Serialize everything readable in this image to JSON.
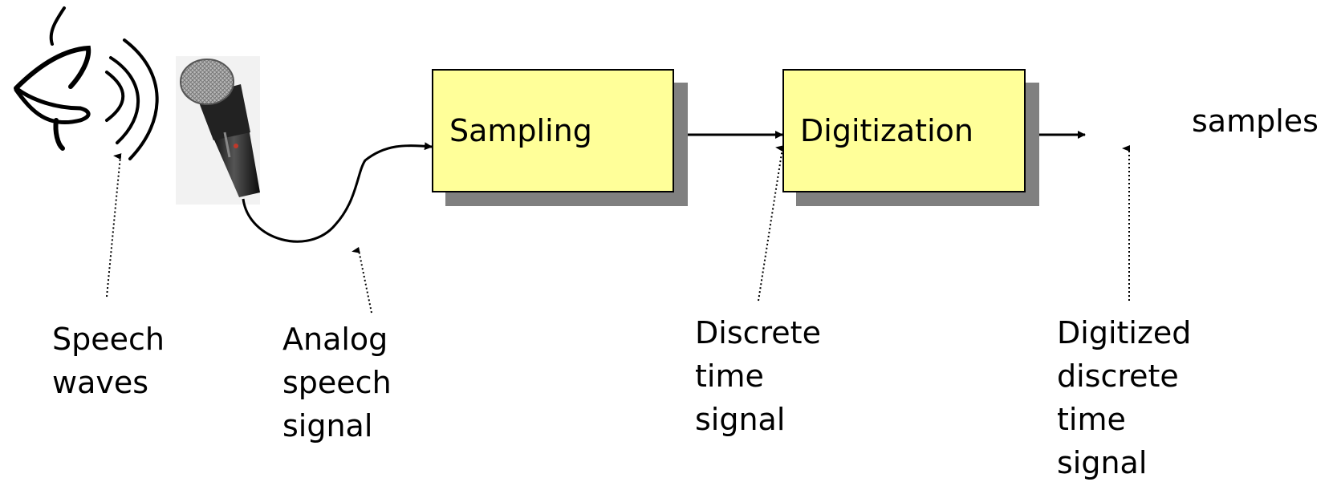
{
  "blocks": {
    "sampling": "Sampling",
    "digitization": "Digitization"
  },
  "output_label": "samples",
  "annotations": {
    "speech_waves": [
      "Speech",
      "waves"
    ],
    "analog_signal": [
      "Analog",
      "speech",
      "signal"
    ],
    "discrete_signal": [
      "Discrete",
      "time",
      "signal"
    ],
    "digitized_signal": [
      "Digitized",
      "discrete",
      "time",
      "signal"
    ]
  },
  "colors": {
    "block_fill": "#ffff99",
    "block_shadow": "#808080",
    "stroke": "#000000"
  },
  "icons": [
    "mouth-icon",
    "sound-waves-icon",
    "microphone-icon"
  ]
}
